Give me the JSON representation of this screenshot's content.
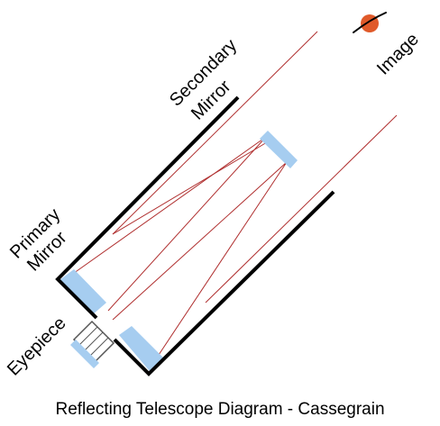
{
  "labels": {
    "secondary_mirror_line1": "Secondary",
    "secondary_mirror_line2": "Mirror",
    "image": "Image",
    "primary_mirror_line1": "Primary",
    "primary_mirror_line2": "Mirror",
    "eyepiece": "Eyepiece"
  },
  "caption": "Reflecting Telescope Diagram - Cassegrain",
  "colors": {
    "tube": "#000000",
    "mirror": "#a6cdf0",
    "light_ray": "#b03030",
    "planet": "#e05a2a",
    "planet_ring": "#000000",
    "eyepiece_outline": "#555555",
    "text": "#000000"
  },
  "icons": {
    "planet": "saturn-planet-icon"
  }
}
